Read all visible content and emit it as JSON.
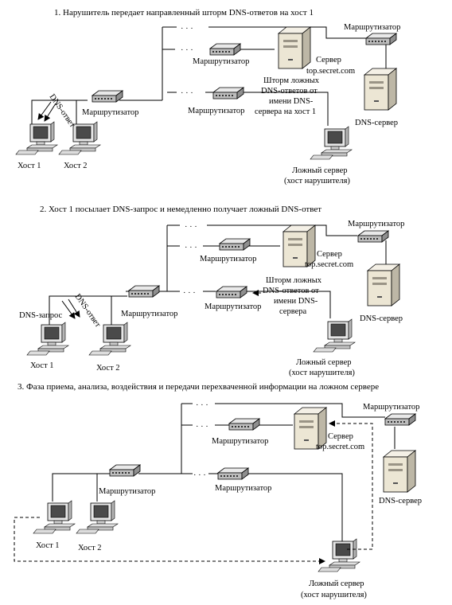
{
  "sections": [
    {
      "caption": "1. Нарушитель передает направленный шторм DNS-ответов на хост 1",
      "router_main": "Маршрутизатор",
      "router_top": "Маршрутизатор",
      "router_mid": "Маршрутизатор",
      "router_right": "Маршрутизатор",
      "server": "Сервер",
      "server_host": "top.secret.com",
      "dns_server": "DNS-сервер",
      "storm": [
        "Шторм ложных",
        "DNS-ответов от",
        "имени DNS-",
        "сервера на хост 1"
      ],
      "fake_server": [
        "Ложный сервер",
        "(хост нарушителя)"
      ],
      "host1": "Хост 1",
      "host2": "Хост 2",
      "dns_reply": "DNS-ответ",
      "ellipsis": "· · ·"
    },
    {
      "caption": "2. Хост 1 посылает DNS-запрос и немедленно получает ложный DNS-ответ",
      "router_main": "Маршрутизатор",
      "router_top": "Маршрутизатор",
      "router_mid": "Маршрутизатор",
      "router_right": "Маршрутизатор",
      "server": "Сервер",
      "server_host": "top.secret.com",
      "dns_server": "DNS-сервер",
      "storm": [
        "Шторм ложных",
        "DNS-ответов от",
        "имени DNS-",
        "сервера"
      ],
      "fake_server": [
        "Ложный сервер",
        "(хост нарушителя)"
      ],
      "host1": "Хост 1",
      "host2": "Хост 2",
      "dns_request": "DNS-запрос",
      "dns_reply": "DNS-ответ",
      "ellipsis": "· · ·"
    },
    {
      "caption": "3. Фаза приема, анализа, воздействия и передачи перехваченной информации на ложном сервере",
      "router_main": "Маршрутизатор",
      "router_top": "Маршрутизатор",
      "router_mid": "Маршрутизатор",
      "router_right": "Маршрутизатор",
      "server": "Сервер",
      "server_host": "top.secret.com",
      "dns_server": "DNS-сервер",
      "fake_server": [
        "Ложный сервер",
        "(хост нарушителя)"
      ],
      "host1": "Хост 1",
      "host2": "Хост 2",
      "ellipsis": "· · ·"
    }
  ]
}
